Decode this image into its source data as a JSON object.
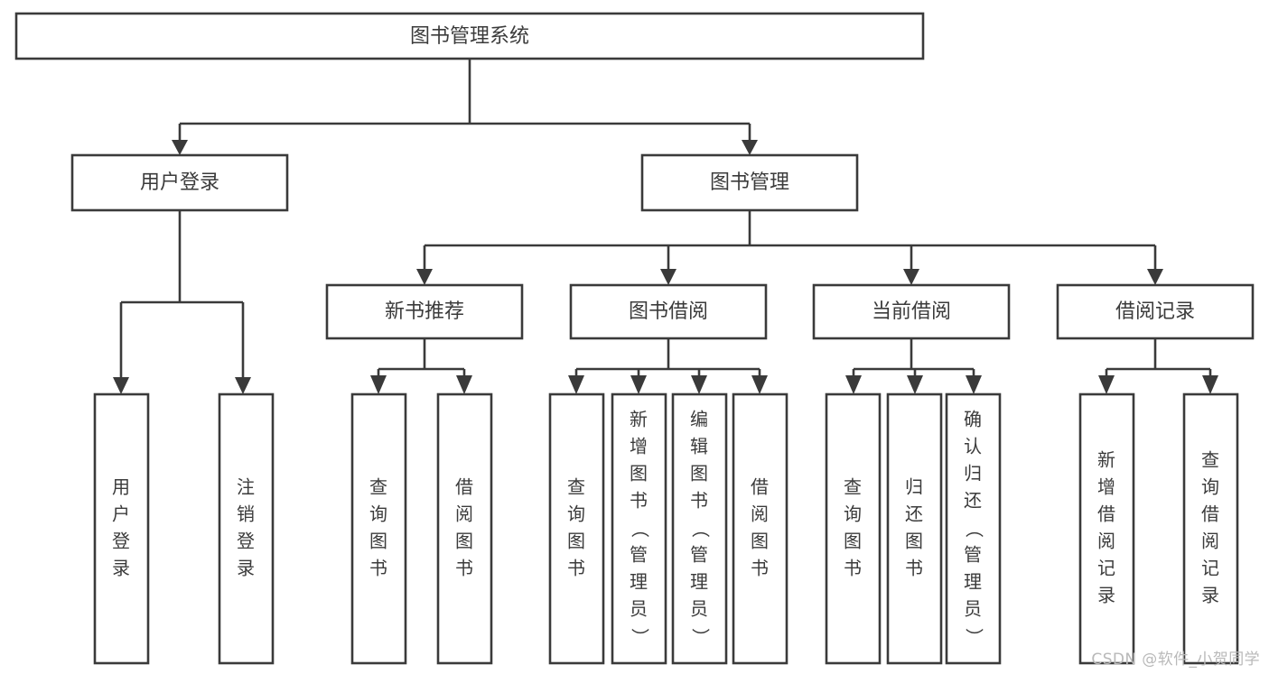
{
  "diagram": {
    "type": "tree",
    "title": "图书管理系统",
    "orientation": "top-down",
    "colors": {
      "box_fill": "#ffffff",
      "box_stroke": "#3a3a3a",
      "text": "#3b3b3b",
      "connector": "#3a3a3a",
      "background": "#ffffff",
      "watermark": "#b9b9b9"
    }
  },
  "root": {
    "label": "图书管理系统"
  },
  "level1": [
    {
      "label": "用户登录"
    },
    {
      "label": "图书管理"
    }
  ],
  "level2": [
    {
      "label": "新书推荐"
    },
    {
      "label": "图书借阅"
    },
    {
      "label": "当前借阅"
    },
    {
      "label": "借阅记录"
    }
  ],
  "leaves": {
    "user_login": [
      {
        "label": "用户登录"
      },
      {
        "label": "注销登录"
      }
    ],
    "new_book_recommend": [
      {
        "label": "查询图书"
      },
      {
        "label": "借阅图书"
      }
    ],
    "book_borrow": [
      {
        "label": "查询图书"
      },
      {
        "label": "新增图书（管理员）"
      },
      {
        "label": "编辑图书（管理员）"
      },
      {
        "label": "借阅图书"
      }
    ],
    "current_borrow": [
      {
        "label": "查询图书"
      },
      {
        "label": "归还图书"
      },
      {
        "label": "确认归还（管理员）"
      }
    ],
    "borrow_record": [
      {
        "label": "新增借阅记录"
      },
      {
        "label": "查询借阅记录"
      }
    ]
  },
  "watermark": {
    "text": "CSDN @软件_小贺同学"
  }
}
